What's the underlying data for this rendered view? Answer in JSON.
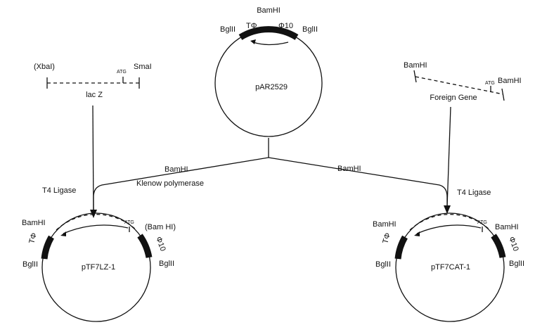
{
  "center_plasmid": {
    "name": "pAR2529",
    "site_top": "BamHI",
    "site_left": "BglII",
    "site_right": "BglII",
    "terminator": "TΦ",
    "promoter": "Φ10"
  },
  "left_fragment": {
    "site_left": "(XbaI)",
    "start_codon": "ATG",
    "site_right": "SmaI",
    "gene": "lac Z"
  },
  "right_fragment": {
    "site_left": "BamHI",
    "start_codon": "ATG",
    "site_right": "BamHI",
    "gene": "Foreign Gene"
  },
  "left_branch": {
    "enzyme": "BamHI",
    "treatment": "Klenow polymerase",
    "ligase": "T4 Ligase"
  },
  "right_branch": {
    "enzyme": "BamHI",
    "ligase": "T4 Ligase"
  },
  "left_product": {
    "name": "pTF7LZ-1",
    "site_top_left": "BamHI",
    "start_codon": "ATG",
    "site_top_right": "(Bam HI)",
    "terminator": "TΦ",
    "promoter": "Φ10",
    "site_bottom_left": "BglII",
    "site_bottom_right": "BglII"
  },
  "right_product": {
    "name": "pTF7CAT-1",
    "site_top_left": "BamHI",
    "start_codon": "ATG",
    "site_top_right": "BamHI",
    "terminator": "TΦ",
    "promoter": "Φ10",
    "site_bottom_left": "BglII",
    "site_bottom_right": "BglII"
  }
}
